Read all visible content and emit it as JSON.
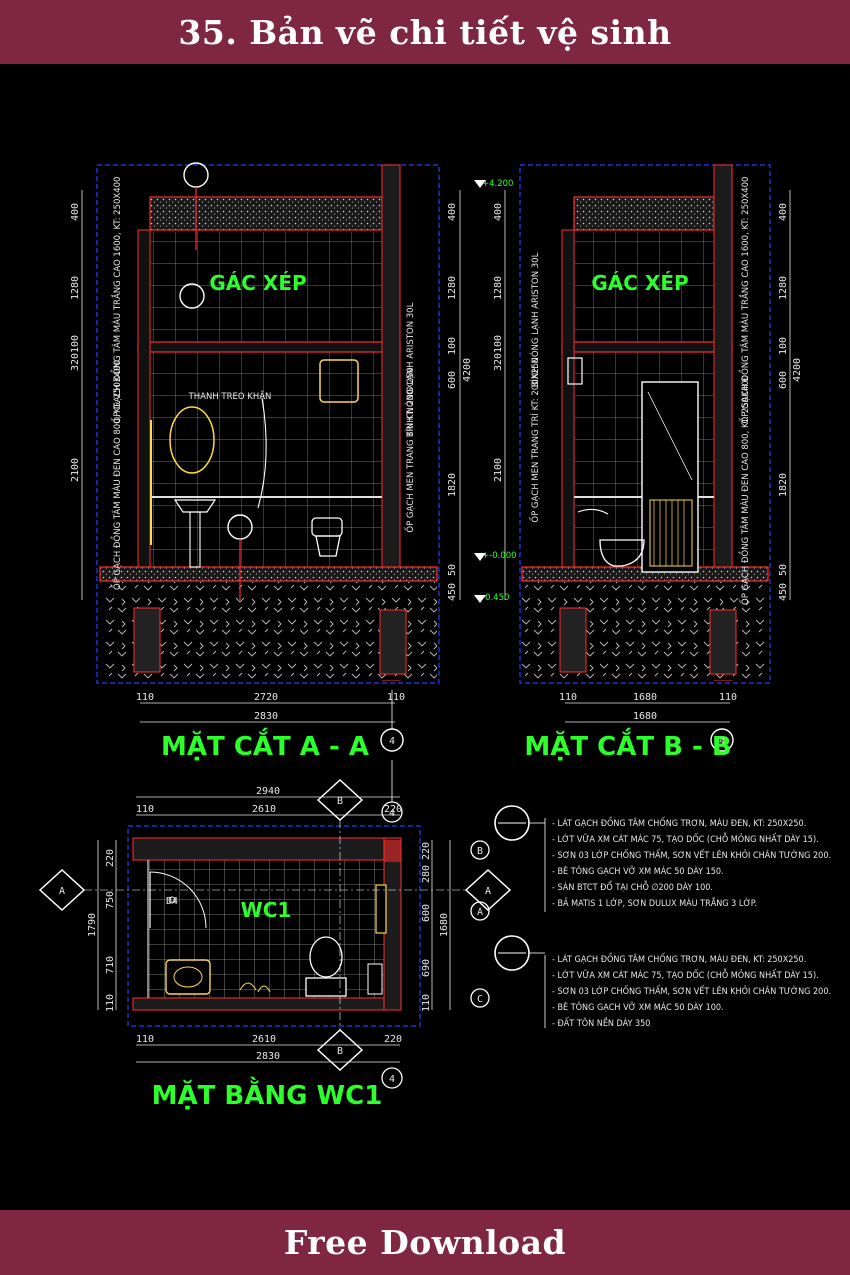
{
  "header": {
    "title": "35. Bản vẽ chi tiết vệ sinh"
  },
  "footer": {
    "label": "Free Download"
  },
  "colors": {
    "banner": "#7e2642",
    "background": "#000000",
    "green": "#2cff2c",
    "blue": "#2b3cff",
    "red": "#ff2b2b",
    "yellow": "#ffd84a"
  },
  "section_a": {
    "title": "MẶT CẮT A - A",
    "room": "GÁC XÉP",
    "axis": "4",
    "left_dims": [
      "400",
      "1280",
      "320",
      "100",
      "2100"
    ],
    "right_dims": [
      "400",
      "1280",
      "100",
      "600",
      "4200",
      "1820",
      "50",
      "450"
    ],
    "bottom_dims": [
      "110",
      "2720",
      "110",
      "2830"
    ],
    "notes": [
      "THANH TREO KHĂN",
      "BÌNH NÓNG LẠNH ARISTON 30L",
      "ỐP GẠCH MEN TRANG TRÍ KT: 200X250",
      "ỐP GẠCH ĐỒNG TÂM MÀU TRẮNG CAO 1600, KT: 250X400",
      "ỐP GẠCH ĐỒNG TÂM MÀU ĐEN CAO 800, KT: 250X400"
    ]
  },
  "section_b": {
    "title": "MẶT CẮT B - B",
    "room": "GÁC XÉP",
    "axis": "4",
    "levels": [
      "+4.200",
      "+-0.000",
      "-0.450"
    ],
    "left_dims": [
      "400",
      "1280",
      "320",
      "100",
      "2100"
    ],
    "right_dims": [
      "400",
      "1280",
      "100",
      "600",
      "4200",
      "1820",
      "50",
      "450"
    ],
    "bottom_dims": [
      "110",
      "1680",
      "110",
      "1680"
    ],
    "notes": [
      "BÌNH NÓNG LẠNH ARISTON 30L",
      "ỐP GẠCH MEN TRANG TRÍ KT: 200X250",
      "ỐP GẠCH ĐỒNG TÂM MÀU TRẮNG CAO 1600, KT: 250X400",
      "ỐP GẠCH ĐỒNG TÂM MÀU ĐEN CAO 800, KT: 250X400"
    ]
  },
  "plan": {
    "title": "MẶT BẰNG WC1",
    "room": "WC1",
    "door_tag": "D4",
    "section_markers": [
      "A",
      "A",
      "B",
      "B"
    ],
    "axes": [
      "4",
      "4",
      "B",
      "A",
      "C"
    ],
    "top_dims": [
      "2940",
      "110",
      "2610",
      "220"
    ],
    "bottom_dims": [
      "110",
      "2610",
      "220",
      "2830"
    ],
    "left_dims": [
      "220",
      "750",
      "1790",
      "710",
      "110"
    ],
    "right_dims": [
      "220",
      "280",
      "600",
      "1680",
      "690",
      "110"
    ]
  },
  "legend": [
    {
      "lines": [
        "- LÁT GẠCH ĐỒNG TÂM CHỐNG TRƠN, MÀU ĐEN, KT: 250X250.",
        "- LỚT VỮA XM CÁT MÁC 75, TẠO DỐC (CHỖ MỎNG NHẤT DÀY 15).",
        "- SƠN 03 LỚP CHỐNG THẤM, SƠN VẾT LÊN KHỎI CHÂN TƯỜNG 200.",
        "- BÊ TÔNG GẠCH VỠ XM MÁC 50 DÀY 150.",
        "- SÀN BTCT ĐỔ TẠI CHỖ ∅200 DÀY 100.",
        "- BẢ MATIS 1 LỚP, SƠN DULUX MÀU TRẮNG 3 LỚP."
      ]
    },
    {
      "lines": [
        "- LÁT GẠCH ĐỒNG TÂM CHỐNG TRƠN, MÀU ĐEN, KT: 250X250.",
        "- LỚT VỮA XM CÁT MÁC 75, TẠO DỐC (CHỖ MỎNG NHẤT DÀY 15).",
        "- SƠN 03 LỚP CHỐNG THẤM, SƠN VẾT LÊN KHỎI CHÂN TƯỜNG 200.",
        "- BÊ TÔNG GẠCH VỠ XM MÁC 50 DÀY 100.",
        "- ĐẤT TÔN NỀN DÀY 350"
      ]
    }
  ]
}
